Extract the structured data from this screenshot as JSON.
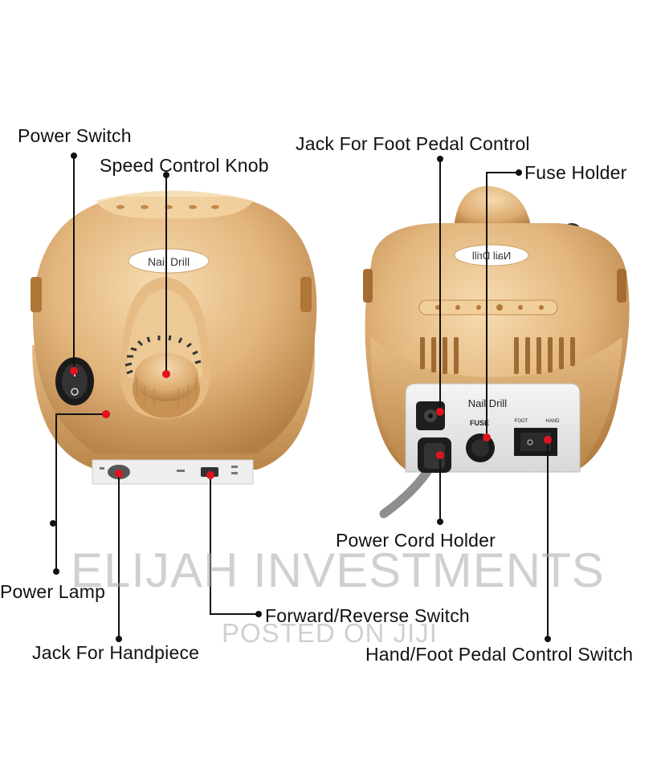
{
  "labels": {
    "power_switch": "Power Switch",
    "speed_control_knob": "Speed Control Knob",
    "jack_foot_pedal": "Jack For Foot Pedal Control",
    "fuse_holder": "Fuse Holder",
    "power_cord_holder": "Power Cord Holder",
    "power_lamp": "Power Lamp",
    "forward_reverse": "Forward/Reverse Switch",
    "jack_handpiece": "Jack For Handpiece",
    "hand_foot_switch": "Hand/Foot Pedal Control Switch"
  },
  "device": {
    "front_badge": "Nail Drill",
    "back_badge": "Nail Drill",
    "back_badge_mirrored": "Nail Drill",
    "fuse_label": "FUSE",
    "foot_label": "FOOT",
    "hand_label": "HAND"
  },
  "watermark": {
    "main": "ELIJAH INVESTMENTS",
    "sub": "POSTED ON JIJI"
  },
  "colors": {
    "gold": "#d9a86c",
    "gold_light": "#f3d3a3",
    "gold_dark": "#a8743e",
    "pointer_dot": "#e0141e"
  }
}
